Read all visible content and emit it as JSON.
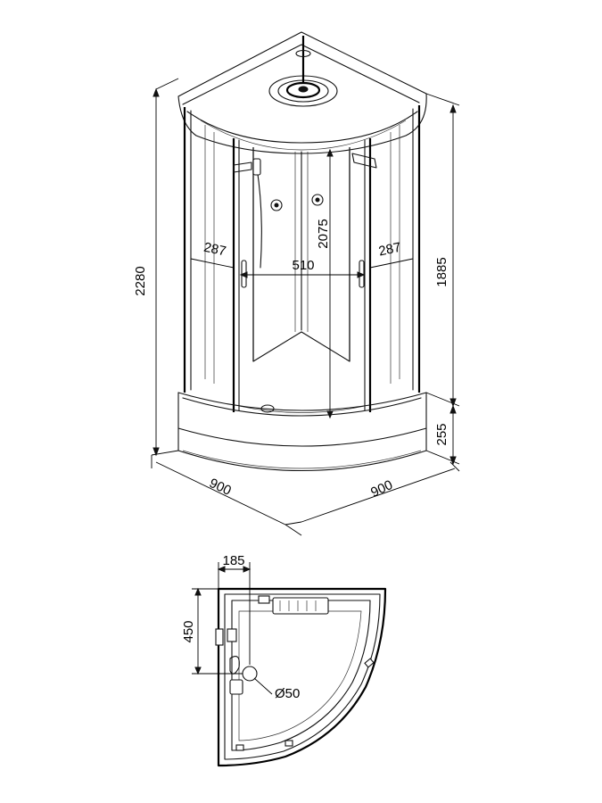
{
  "dimensions": {
    "overall_height": "2280",
    "inner_height": "2075",
    "wall_height": "1885",
    "tray_height": "255",
    "door_width": "510",
    "side_panel_left": "287",
    "side_panel_right": "287",
    "depth_left": "900",
    "depth_right": "900",
    "plan_offset_x": "185",
    "plan_offset_y": "450",
    "drain_diameter": "Ø50"
  }
}
